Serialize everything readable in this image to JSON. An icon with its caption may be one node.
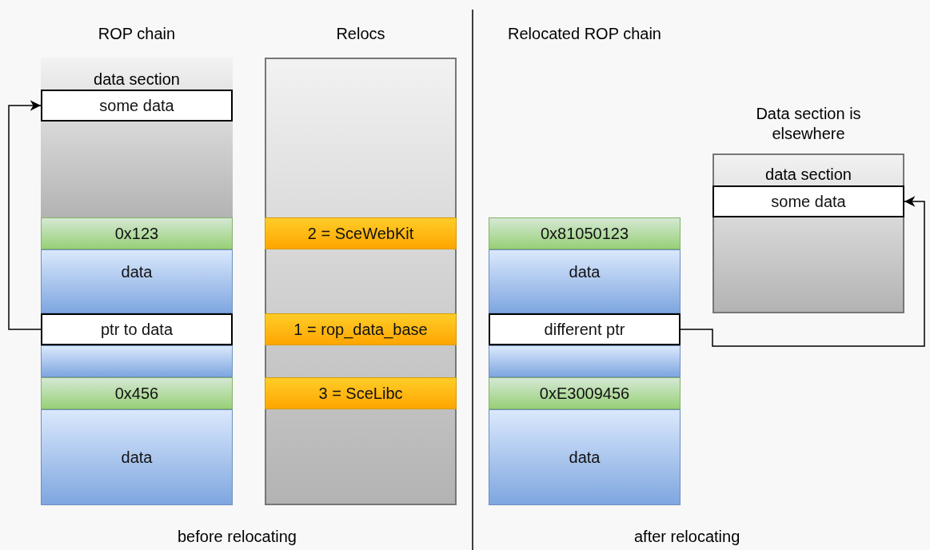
{
  "diagram": {
    "nodes": [
      {
        "text": [
          "ROP chain"
        ]
      },
      {
        "text": [
          "data section"
        ],
        "in": 0
      },
      {
        "text": [
          "some data"
        ],
        "in": 1
      },
      {
        "text": [
          "0x123"
        ],
        "in": 0
      },
      {
        "text": [
          "data"
        ],
        "in": 0
      },
      {
        "text": [
          "ptr to data"
        ],
        "in": 0
      },
      {
        "text": [],
        "shape": "bar",
        "in": 0
      },
      {
        "text": [
          "0x456"
        ],
        "in": 0
      },
      {
        "text": [
          "data"
        ],
        "in": 0
      },
      {
        "text": [
          "Relocs"
        ]
      },
      {
        "text": [
          "2 = SceWebKit"
        ],
        "in": 9
      },
      {
        "text": [
          "1 = rop_data_base"
        ],
        "in": 9
      },
      {
        "text": [
          "3 = SceLibc"
        ],
        "in": 9
      },
      {
        "text": [
          "Relocated ROP chain"
        ]
      },
      {
        "text": [
          "0x81050123"
        ],
        "in": 13
      },
      {
        "text": [
          "data"
        ],
        "in": 13
      },
      {
        "text": [
          "different ptr"
        ],
        "in": 13
      },
      {
        "text": [],
        "shape": "bar",
        "in": 13
      },
      {
        "text": [
          "0xE3009456"
        ],
        "in": 13
      },
      {
        "text": [
          "data"
        ],
        "in": 13
      },
      {
        "text": [
          "Data section is elsewhere",
          "data section"
        ]
      },
      {
        "text": [
          "some data"
        ],
        "in": 20
      }
    ],
    "edges": [
      {
        "from": 5,
        "to": 2,
        "arrow": "to"
      },
      {
        "from": 16,
        "to": 21,
        "arrow": "to"
      }
    ],
    "labels": [
      "before relocating",
      "after relocating"
    ]
  }
}
